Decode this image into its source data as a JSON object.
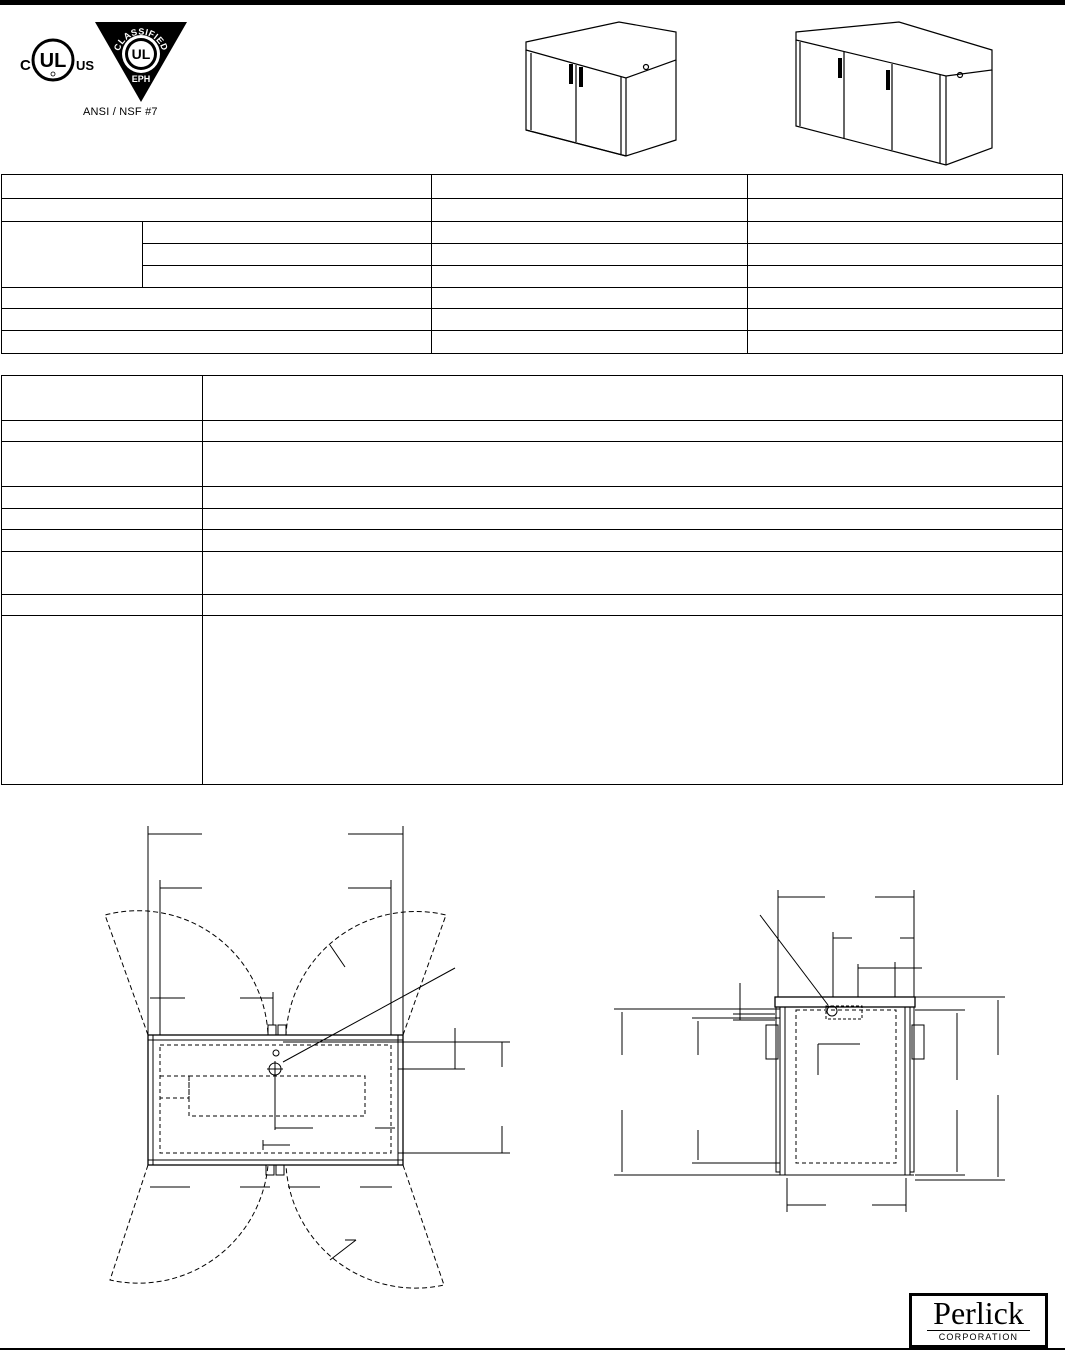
{
  "certifications": {
    "ul_c": "C",
    "ul_us": "US",
    "ul_mark": "UL",
    "classified_text": "CLASSIFIED",
    "eph_text": "EPH",
    "nsf_label": "ANSI / NSF #7"
  },
  "brand": {
    "name": "Perlick",
    "subtitle": "CORPORATION"
  }
}
